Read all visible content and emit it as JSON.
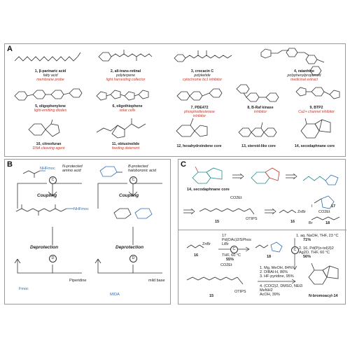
{
  "panel_a": {
    "label": "A",
    "compounds": [
      {
        "name": "1, β-parinaric acid",
        "line1": "fatty acid",
        "line2": "membrane probe"
      },
      {
        "name": "2, all-trans-retinal",
        "line1": "polyterpene",
        "line2": "light harvesting collector"
      },
      {
        "name": "3, crocacin C",
        "line1": "polyketide",
        "line2": "cytochrome bc1 inhibitor"
      },
      {
        "name": "4, ratanhine",
        "line1": "polyphenylpropanoid",
        "line2": "medicinal extract"
      },
      {
        "name": "5, oligophenylene",
        "line1": "light-emitting diodes",
        "line2": ""
      },
      {
        "name": "6, oligothiophene",
        "line1": "solar cells",
        "line2": ""
      },
      {
        "name": "7, PDE472",
        "line1": "phosphodiesterase",
        "line2": "inhibitor"
      },
      {
        "name": "8, B-Raf kinase",
        "line1": "inhibitor",
        "line2": ""
      },
      {
        "name": "9, BTP2",
        "line1": "Ca2+ channel inhibitor",
        "line2": ""
      },
      {
        "name": "10, citreofuran",
        "line1": "DNA cleaving agent",
        "line2": ""
      },
      {
        "name": "11, obtusinolide",
        "line1": "feeding deterrent",
        "line2": ""
      },
      {
        "name": "12, hexahydroindene core",
        "line1": "",
        "line2": ""
      },
      {
        "name": "13, steroid-like core",
        "line1": "",
        "line2": ""
      },
      {
        "name": "14, secodaphnane core",
        "line1": "",
        "line2": ""
      }
    ]
  },
  "panel_b": {
    "label": "B",
    "left_top": "N-protected amino acid",
    "right_top": "B-protected haloboronic acid",
    "coupling": "Coupling",
    "deprotection": "Deprotection",
    "c_symbol": "C",
    "d_symbol": "D",
    "left_reagent": "Piperidine",
    "right_reagent": "mild base",
    "fmoc": "Fmoc",
    "mida": "MIDA",
    "nhfmoc": "NHFmoc"
  },
  "panel_c": {
    "label": "C",
    "core_label": "14, secodaphnane core",
    "steps_top": [
      "15",
      "16",
      "17",
      "18"
    ],
    "cond1": [
      "17",
      "Pd(OAc)2/SPhos",
      "LiBr",
      "THF, 60 °C",
      "55%"
    ],
    "cond2": [
      "1. aq. NaOH, THF, 23 °C",
      "71%"
    ],
    "cond3": [
      "2. 16, Pd(P(o-tol)3)2",
      "Ag2O, THF, 60 °C",
      "56%"
    ],
    "cond4": [
      "1. Mg, MeOH, 84%",
      "2. DIBAl-H, 86%",
      "3. HF·pyridine, 95%"
    ],
    "cond5": [
      "4. (COCl)2, DMSO, NEt3",
      "MeNH2",
      "AcOH, 39%"
    ],
    "product_label": "N-bromoacyl-14",
    "otips": "OTIPS",
    "co2et": "CO2Et",
    "znbr": "ZnBr",
    "br": "Br",
    "i": "I"
  },
  "colors": {
    "panel_border": "#9a9a9a",
    "highlight_red": "#c0392b",
    "highlight_blue": "#2f6fb3",
    "highlight_teal": "#1f8a8a"
  }
}
